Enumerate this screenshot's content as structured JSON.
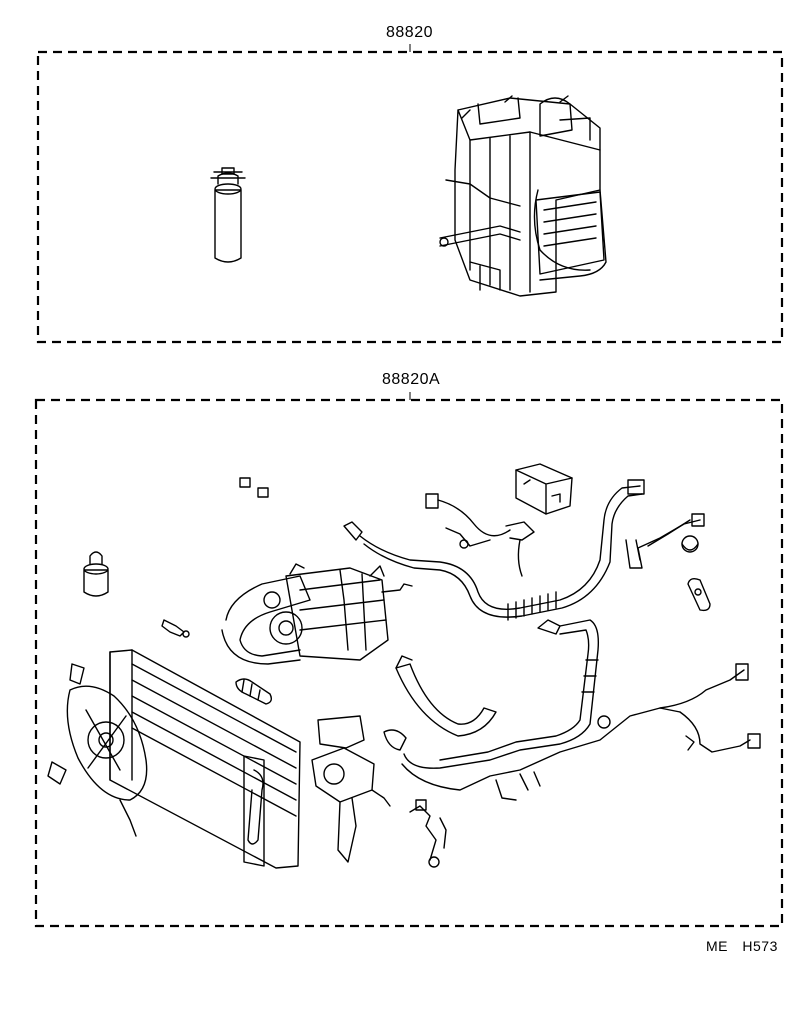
{
  "kits": [
    {
      "part_number": "88820"
    },
    {
      "part_number": "88820A"
    }
  ],
  "figure_ref": "ME  H573"
}
